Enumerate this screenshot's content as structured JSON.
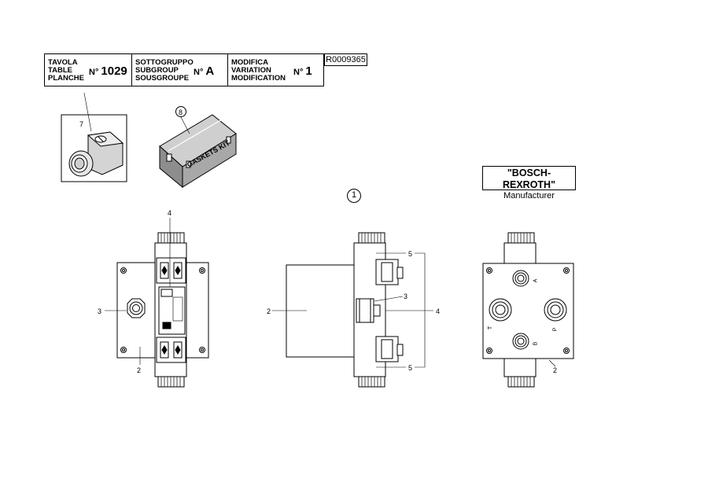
{
  "header": {
    "table": {
      "lines": [
        "TAVOLA",
        "TABLE",
        "PLANCHE"
      ],
      "no_prefix": "N°",
      "no_value": "1029"
    },
    "subgroup": {
      "lines": [
        "SOTTOGRUPPO",
        "SUBGROUP",
        "SOUSGROUPE"
      ],
      "no_prefix": "N°",
      "no_value": "A"
    },
    "variation": {
      "lines": [
        "MODIFICA",
        "VARIATION",
        "MODIFICATION"
      ],
      "no_prefix": "N°",
      "no_value": "1"
    },
    "reference": "R0009365"
  },
  "manufacturer": {
    "name": "\"BOSCH-REXROTH\"",
    "label": "Manufacturer"
  },
  "assembly_number": "1",
  "kit_text": "GASKETS KIT",
  "port_labels": {
    "a": "A",
    "b": "B",
    "p": "P",
    "t": "T"
  },
  "callouts": {
    "connector": "7",
    "kit": "8",
    "front_manual": "4",
    "front_knob": "3",
    "front_body": "2",
    "side_coil": "2",
    "side_solenoid_top": "5",
    "side_knob": "3",
    "side_assembly": "4",
    "side_solenoid_bottom": "5",
    "back_body": "2"
  }
}
